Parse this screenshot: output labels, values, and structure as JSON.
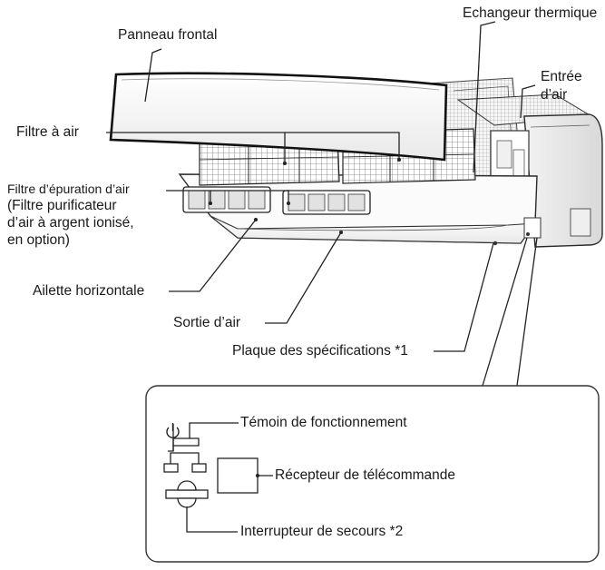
{
  "labels": {
    "panneau_frontal": "Panneau frontal",
    "echangeur_thermique": "Echangeur thermique",
    "entree_air_line1": "Entrée",
    "entree_air_line2": "d’air",
    "filtre_air": "Filtre à air",
    "filtre_epuration_line1": "Filtre d’épuration d’air",
    "filtre_epuration_line2": "(Filtre purificateur",
    "filtre_epuration_line3": "d’air à argent ionisé,",
    "filtre_epuration_line4": "en option)",
    "ailette_horizontale": "Ailette horizontale",
    "sortie_air": "Sortie d’air",
    "plaque_specifications": "Plaque des spécifications *1",
    "temoin_fonctionnement": "Témoin de fonctionnement",
    "recepteur_telecommande": "Récepteur de télécommande",
    "interrupteur_secours": "Interrupteur de secours *2"
  },
  "icons": {
    "power": "power-icon"
  }
}
